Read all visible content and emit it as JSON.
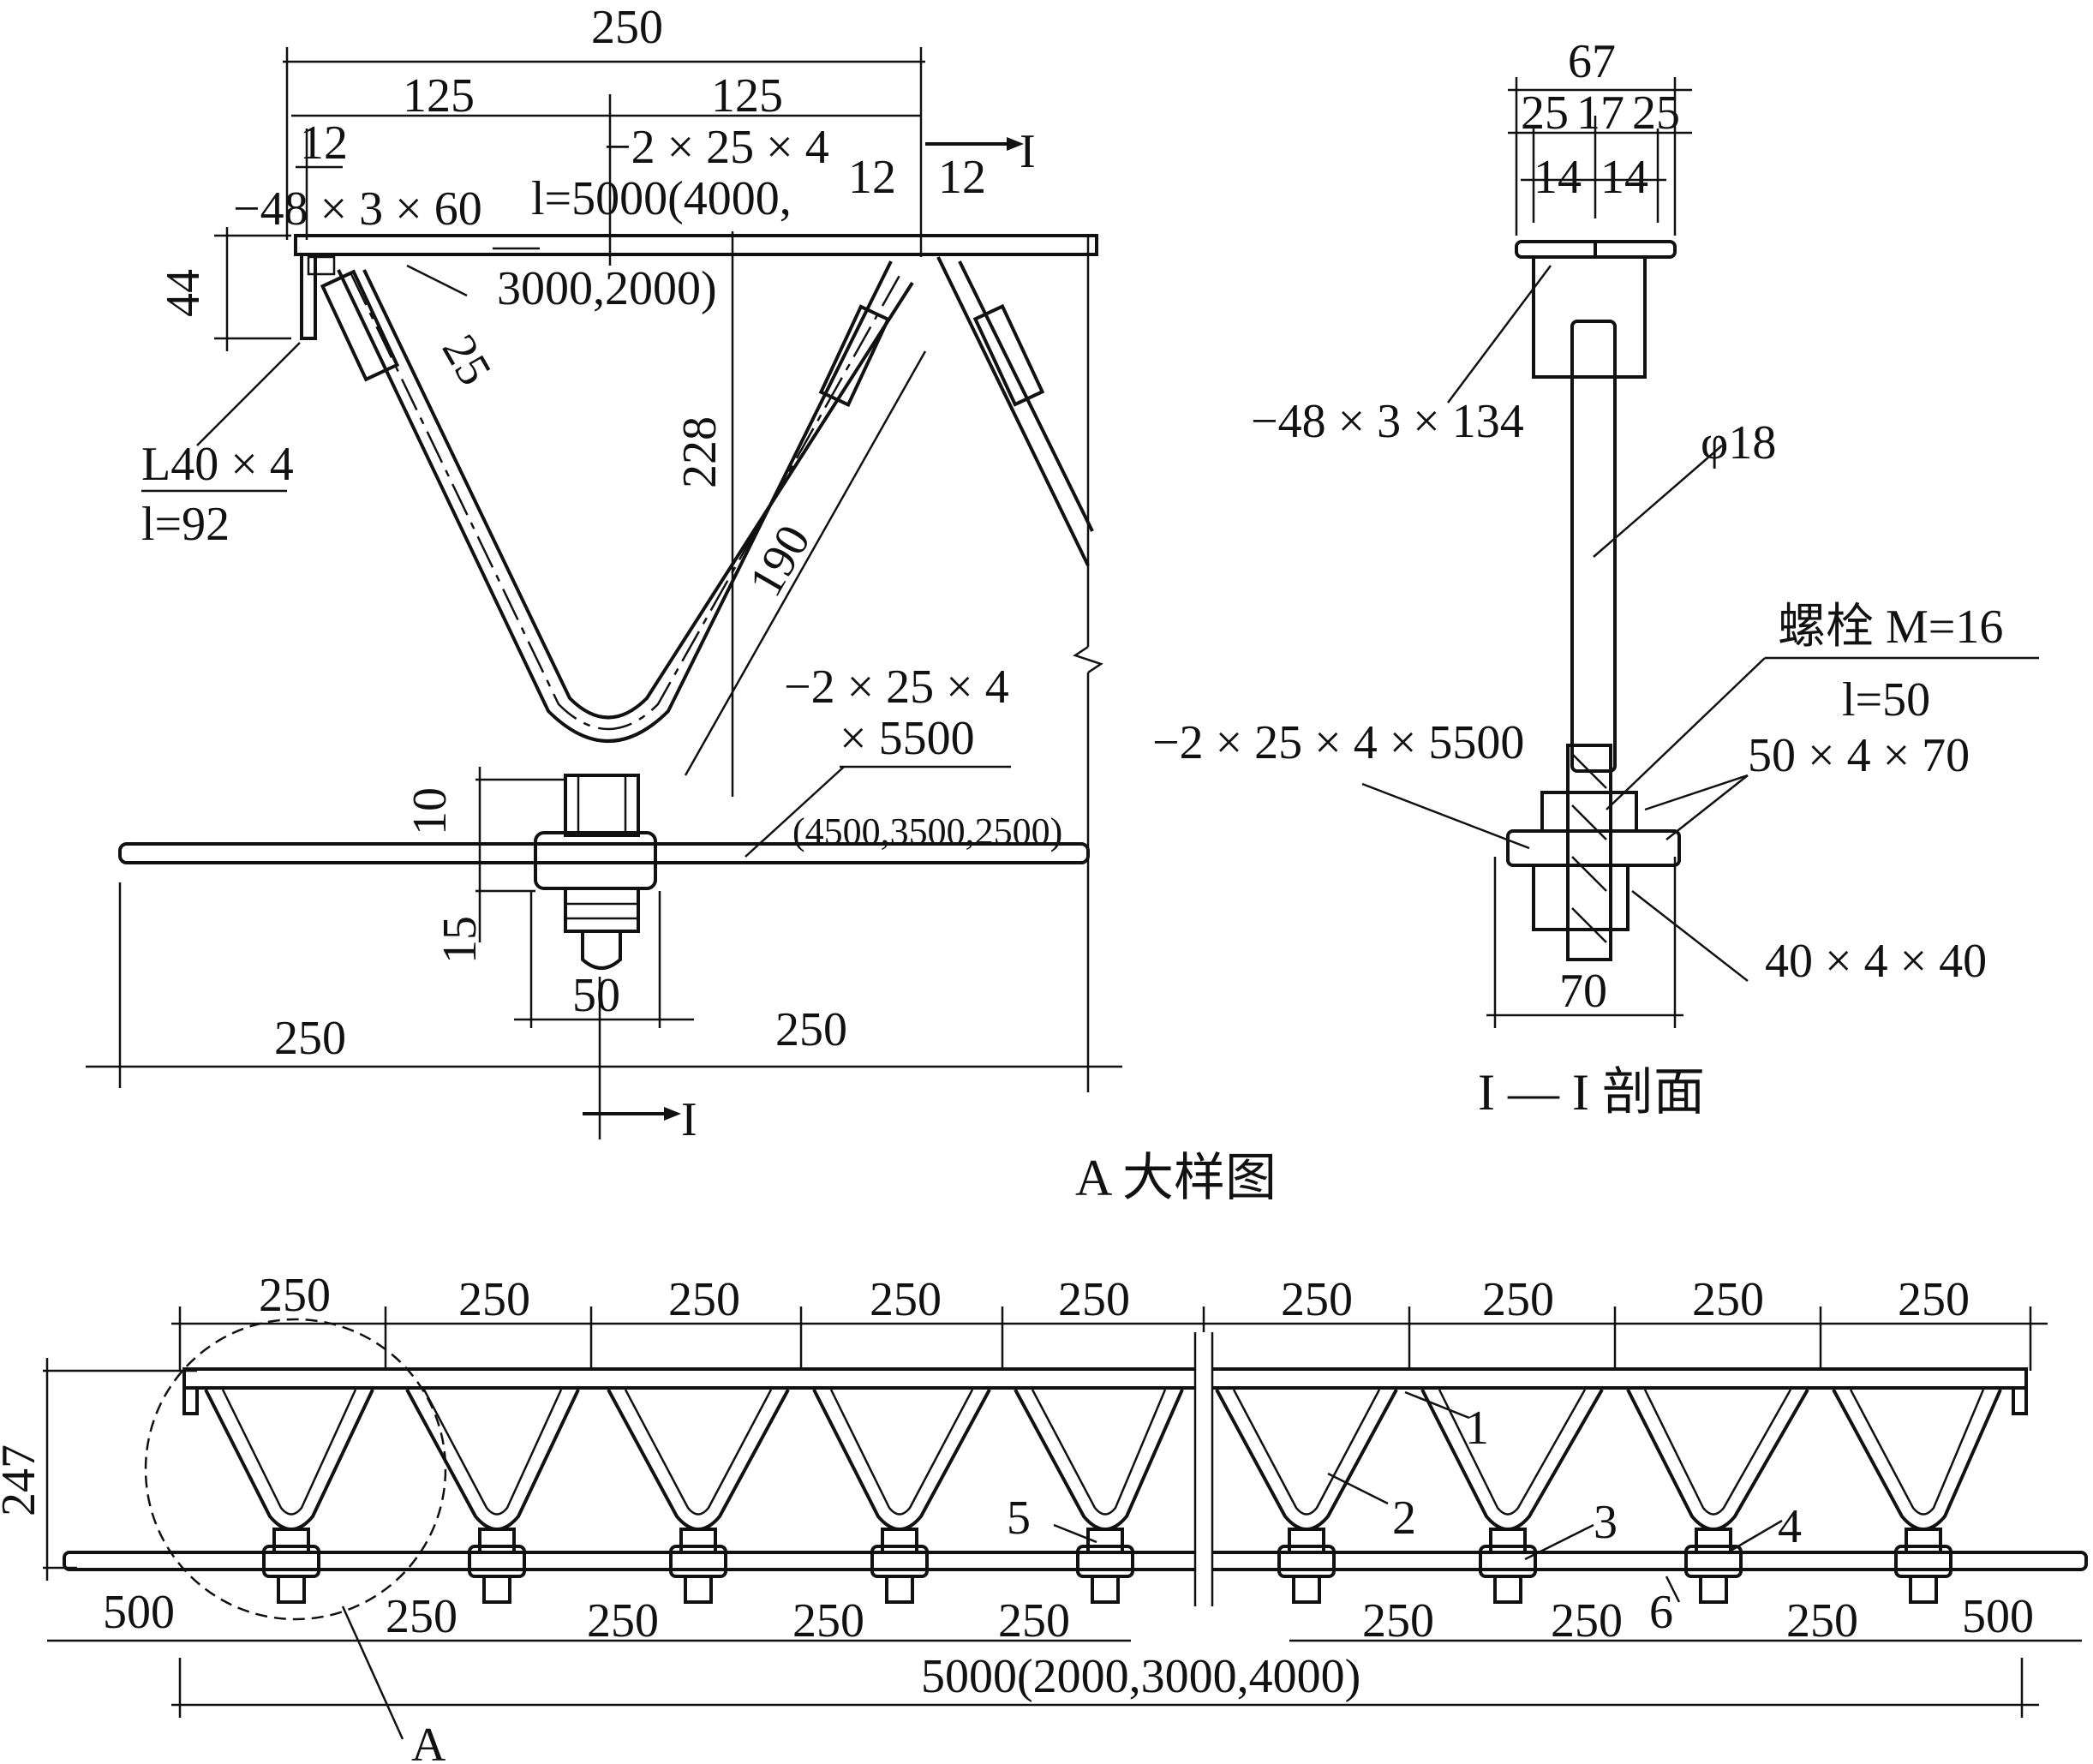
{
  "detail": {
    "dims_top": [
      "250",
      "125",
      "125",
      "12",
      "12",
      "12"
    ],
    "label_plate_top": "−48 × 3 × 60",
    "label_bar_top_1": "−2 × 25 × 4",
    "label_bar_top_2": "l=5000(4000,",
    "label_bar_top_3": "3000,2000)",
    "label_angle_1": "L40 × 4",
    "label_angle_2": "l=92",
    "dim_44": "44",
    "dim_25": "25",
    "dim_228": "228",
    "dim_190": "190",
    "label_bar_bot_1": "−2 × 25 × 4",
    "label_bar_bot_2": "× 5500",
    "label_bar_bot_3": "(4500,3500,2500)",
    "dim_10": "10",
    "dim_15": "15",
    "dim_50": "50",
    "dim_250_left": "250",
    "dim_250_right": "250",
    "section_mark": "I"
  },
  "section": {
    "dims_top": [
      "67",
      "25",
      "17",
      "25",
      "14",
      "14"
    ],
    "label_plate": "−48 × 3 × 134",
    "label_rod": "φ18",
    "label_bolt_1": "螺栓 M=16",
    "label_bolt_2": "l=50",
    "label_bar": "−2 × 25 × 4 × 5500",
    "label_washer": "50 × 4 × 70",
    "label_angle": "40 × 4 × 40",
    "dim_70": "70",
    "title": "I — I 剖面"
  },
  "detail_title": "A 大样图",
  "truss": {
    "dim_top": [
      "250",
      "250",
      "250",
      "250",
      "250",
      "250",
      "250",
      "250",
      "250"
    ],
    "dim_height": "247",
    "dim_bottom": [
      "500",
      "250",
      "250",
      "250",
      "250",
      "250",
      "250",
      "250",
      "500"
    ],
    "dim_total": "5000(2000,3000,4000)",
    "callouts": [
      "1",
      "2",
      "3",
      "4",
      "5",
      "6"
    ],
    "detail_ref": "A"
  }
}
